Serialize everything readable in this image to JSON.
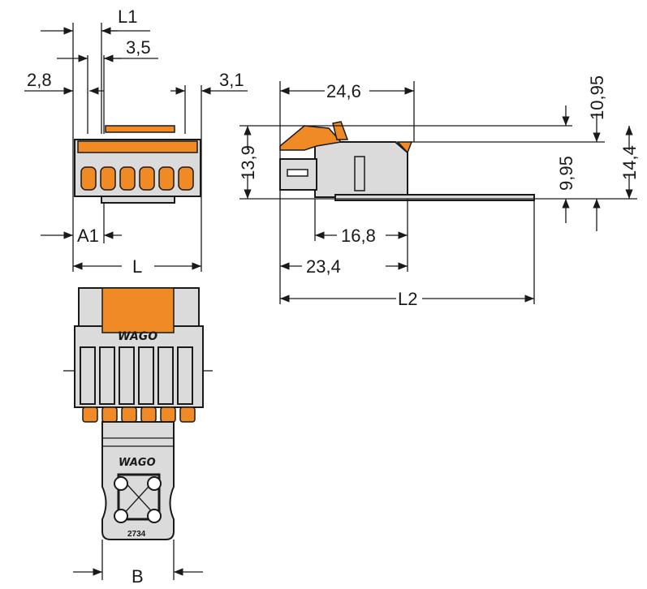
{
  "dimensions": {
    "l1": "L1",
    "d3_5": "3,5",
    "d2_8": "2,8",
    "d3_1": "3,1",
    "a1": "A1",
    "l": "L",
    "d24_6": "24,6",
    "d10_95": "10,95",
    "d13_9": "13,9",
    "d9_95": "9,95",
    "d14_4": "14,4",
    "d16_8": "16,8",
    "d23_4": "23,4",
    "l2": "L2",
    "b": "B"
  },
  "markings": {
    "brand": "WAGO",
    "part_number": "2734"
  },
  "colors": {
    "accent": "#f08a24",
    "body": "#dcdbdc"
  }
}
